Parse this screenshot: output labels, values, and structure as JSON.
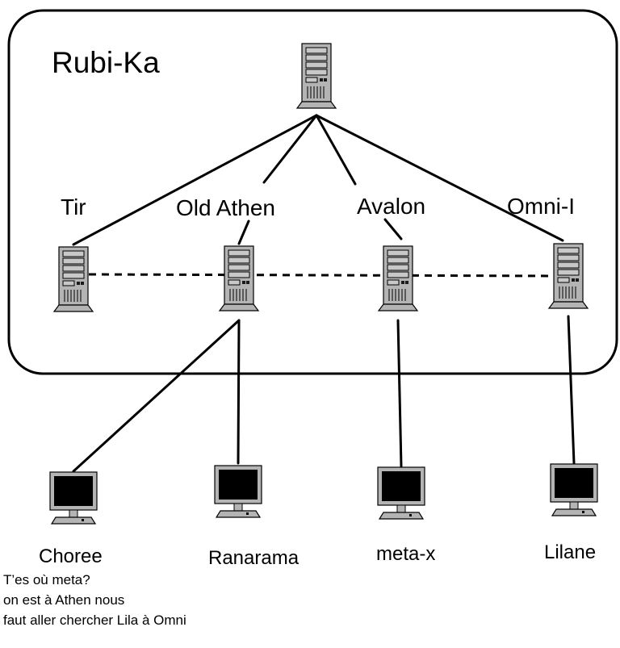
{
  "region": {
    "name": "Rubi-Ka"
  },
  "servers": [
    {
      "name": "Tir"
    },
    {
      "name": "Old Athen"
    },
    {
      "name": "Avalon"
    },
    {
      "name": "Omni-I"
    }
  ],
  "clients": [
    {
      "name": "Choree"
    },
    {
      "name": "Ranarama"
    },
    {
      "name": "meta-x"
    },
    {
      "name": "Lilane"
    }
  ],
  "chat_lines": [
    "T’es où meta?",
    "on est à Athen nous",
    "faut aller chercher Lila à Omni"
  ],
  "colors": {
    "stroke": "#000000",
    "server_fill": "#b4b4b4",
    "screen": "#000000"
  }
}
